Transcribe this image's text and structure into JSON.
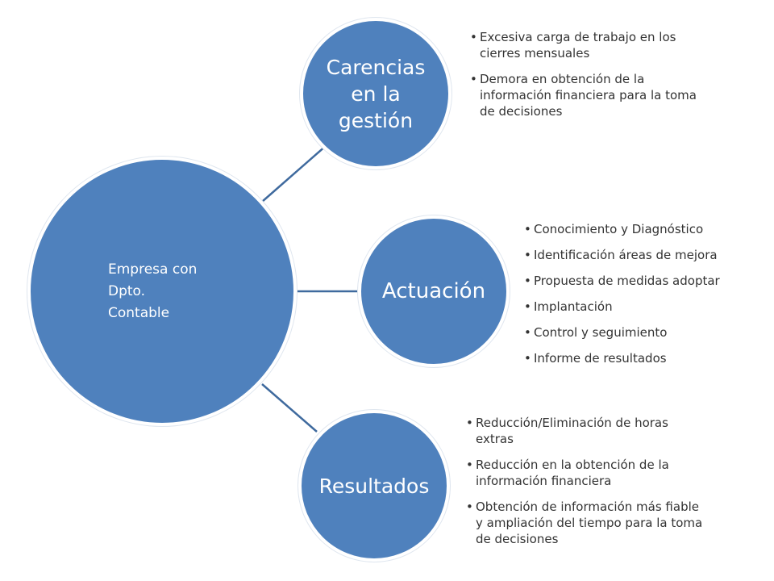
{
  "center": {
    "lines": [
      "Empresa con",
      "Dpto.",
      "Contable"
    ]
  },
  "nodes": [
    {
      "title": "Carencias en la gestión",
      "bullets": [
        "Excesiva carga de trabajo en los cierres mensuales",
        "Demora en obtención de la información financiera para la toma de decisiones"
      ]
    },
    {
      "title": "Actuación",
      "bullets": [
        "Conocimiento y Diagnóstico",
        "Identificación áreas de mejora",
        "Propuesta de medidas adoptar",
        "Implantación",
        "Control y seguimiento",
        "Informe de resultados"
      ]
    },
    {
      "title": "Resultados",
      "bullets": [
        "Reducción/Eliminación de horas extras",
        "Reducción en la obtención de  la información financiera",
        "Obtención de información más fiable y ampliación del tiempo para la toma de decisiones"
      ]
    }
  ],
  "colors": {
    "circle_fill": "#4f81bd",
    "connector": "#3f6a9e",
    "circle_text": "#ffffff",
    "bullet_text": "#333333"
  }
}
